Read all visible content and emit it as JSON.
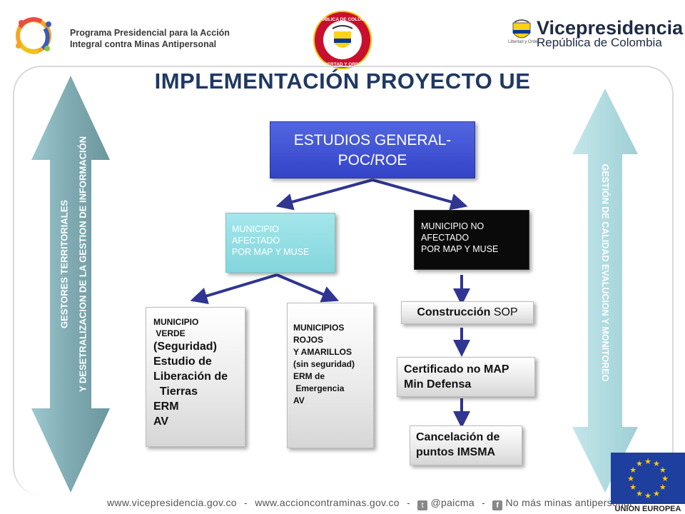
{
  "header": {
    "program_line1": "Programa Presidencial para la Acción",
    "program_line2": "Integral contra Minas Antipersonal",
    "seal_text": "REPUBLICA DE COLOMBIA · LIBERTAD Y ORDEN ·",
    "vp_title": "Vicepresidencia",
    "vp_subtitle": "República de Colombia",
    "vp_motto": "Libertad y Orden"
  },
  "title": "IMPLEMENTACIÓN PROYECTO UE",
  "left_arrow": {
    "line1": "GESTORES TERRITORIALES",
    "line2": "Y DESETRALIZACION DE LA GESTION DE INFORMACIÓN"
  },
  "right_arrow": {
    "text": "GESTIÓN DE CALIDAD  EVALUCION Y MONITOREO"
  },
  "nodes": {
    "estudios": [
      "ESTUDIOS GENERAL-",
      "POC/ROE"
    ],
    "afectado": [
      "MUNICIPIO",
      "AFECTADO",
      "POR MAP Y MUSE"
    ],
    "no_afectado": [
      "MUNICIPIO NO",
      "AFECTADO",
      "POR MAP Y MUSE"
    ],
    "verde": {
      "small": [
        "MUNICIPIO",
        " VERDE"
      ],
      "large": [
        "(Seguridad)",
        "Estudio de",
        "Liberación de",
        "  Tierras",
        "ERM",
        "AV"
      ]
    },
    "rojos": [
      "MUNICIPIOS",
      "ROJOS",
      "Y AMARILLOS",
      "(sin seguridad)",
      "ERM de",
      " Emergencia",
      "AV"
    ],
    "construccion": {
      "bold": "Construcción",
      "normal": " SOP"
    },
    "certificado": [
      "Certificado no MAP",
      "Min Defensa"
    ],
    "cancelacion": [
      "Cancelación de",
      "puntos IMSMA"
    ]
  },
  "footer": {
    "site1": "www.vicepresidencia.gov.co",
    "sep": "-",
    "site2": "www.accioncontraminas.gov.co",
    "twitter": "@paicma",
    "facebook": "No más minas antipersonal"
  },
  "eu_label": "UNION EUROPEA",
  "colors": {
    "title": "#1f3864",
    "blue_node": "#3a4fd1",
    "teal_node": "#8fdde3",
    "black_node": "#0a0a0a",
    "arrow_left": "#86b3ba",
    "arrow_right": "#b4dde2",
    "connector": "#2f3590",
    "eu_blue": "#1f3f9f",
    "eu_star": "#ffcc00"
  }
}
